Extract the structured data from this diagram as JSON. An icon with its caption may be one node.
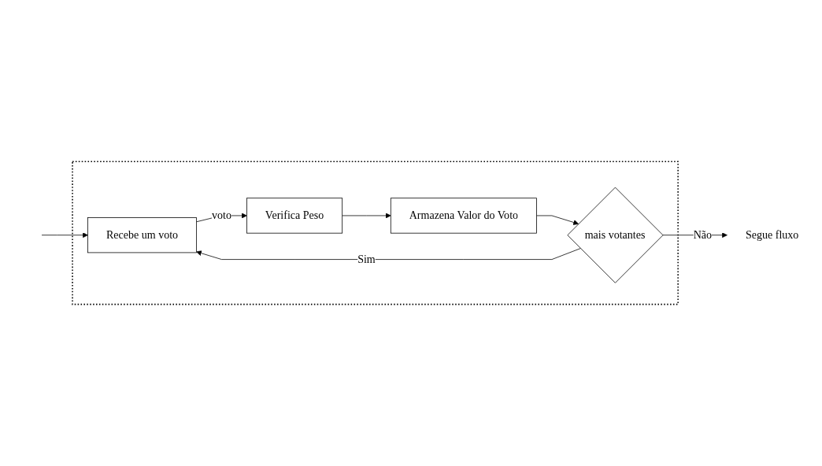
{
  "diagram": {
    "nodes": [
      {
        "text": [],
        "shape": "box"
      },
      {
        "text": [
          "Recebe um voto"
        ],
        "in": 0
      },
      {
        "text": [
          "Verifica Peso"
        ],
        "in": 0
      },
      {
        "text": [
          "Armazena Valor do Voto"
        ],
        "in": 0
      },
      {
        "text": [
          "mais votantes"
        ],
        "in": 0
      },
      {
        "text": [
          "Segue fluxo"
        ]
      }
    ],
    "edges": [
      {
        "from": null,
        "to": 1,
        "arrow": "to"
      },
      {
        "from": 1,
        "to": 2,
        "arrow": "to",
        "label": "voto"
      },
      {
        "from": 2,
        "to": 3,
        "arrow": "to"
      },
      {
        "from": 3,
        "to": 4,
        "arrow": "to"
      },
      {
        "from": 4,
        "to": 1,
        "arrow": "to",
        "label": "Sim"
      },
      {
        "from": 4,
        "to": 5,
        "arrow": "to",
        "label": "Não"
      }
    ]
  }
}
